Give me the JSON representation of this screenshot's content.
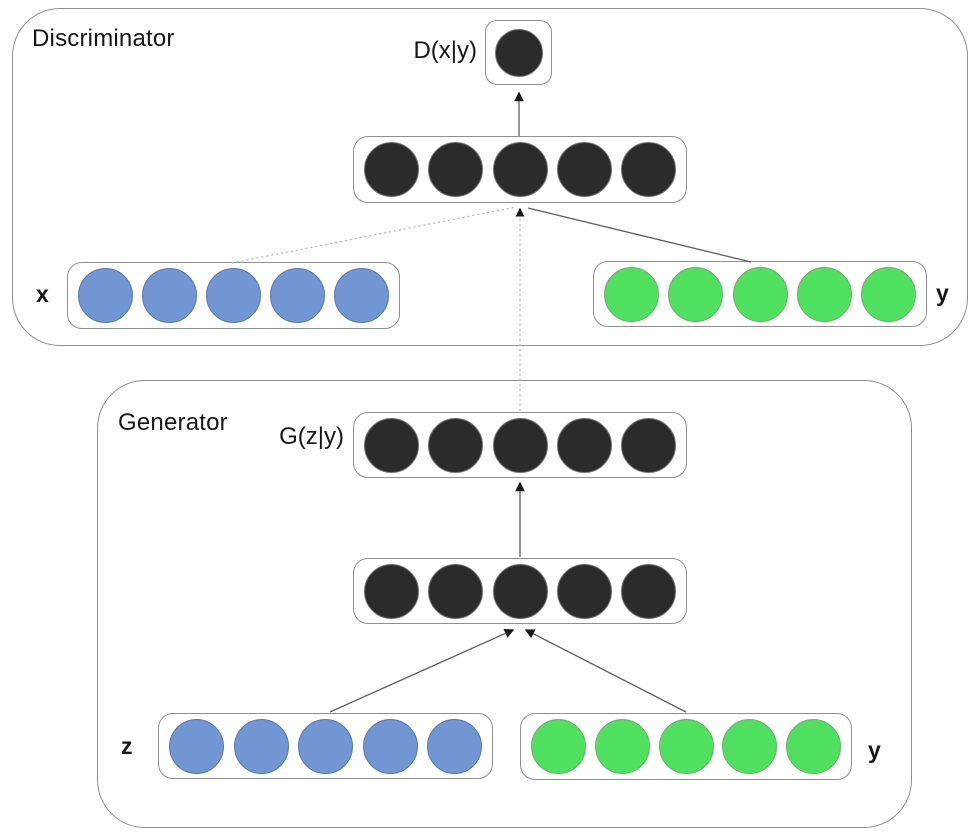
{
  "diagram": {
    "type": "neural-network-architecture",
    "discriminator": {
      "title": "Discriminator",
      "output_label": "D(x|y)",
      "input_left_label": "x",
      "input_right_label": "y",
      "layers": {
        "output": {
          "count": 1,
          "color": "dark"
        },
        "hidden": {
          "count": 5,
          "color": "dark"
        },
        "input_x": {
          "count": 5,
          "color": "blue"
        },
        "input_y": {
          "count": 5,
          "color": "green"
        }
      }
    },
    "generator": {
      "title": "Generator",
      "output_label": "G(z|y)",
      "input_left_label": "z",
      "input_right_label": "y",
      "layers": {
        "output": {
          "count": 5,
          "color": "dark"
        },
        "hidden": {
          "count": 5,
          "color": "dark"
        },
        "input_z": {
          "count": 5,
          "color": "blue"
        },
        "input_y": {
          "count": 5,
          "color": "green"
        }
      }
    },
    "connections": [
      {
        "from": "discriminator-hidden-layer",
        "to": "discriminator-output-node",
        "style": "solid-arrow"
      },
      {
        "from": "discriminator-x-input-layer",
        "to": "discriminator-hidden-layer",
        "style": "dotted"
      },
      {
        "from": "discriminator-y-input-layer",
        "to": "discriminator-hidden-layer",
        "style": "solid"
      },
      {
        "from": "generator-output-layer",
        "to": "discriminator-hidden-layer",
        "style": "dotted-arrow"
      },
      {
        "from": "generator-hidden-layer",
        "to": "generator-output-layer",
        "style": "solid-arrow"
      },
      {
        "from": "generator-z-input-layer",
        "to": "generator-hidden-layer",
        "style": "solid-arrow"
      },
      {
        "from": "generator-y-input-layer",
        "to": "generator-hidden-layer",
        "style": "solid-arrow"
      }
    ],
    "colors": {
      "node_dark": "#2b2b2b",
      "node_blue": "#7296d4",
      "node_green": "#4ee05e",
      "box_border": "#8f8f8f",
      "connector_solid": "#5d5d5d",
      "connector_dotted": "#b3b3b3"
    }
  }
}
